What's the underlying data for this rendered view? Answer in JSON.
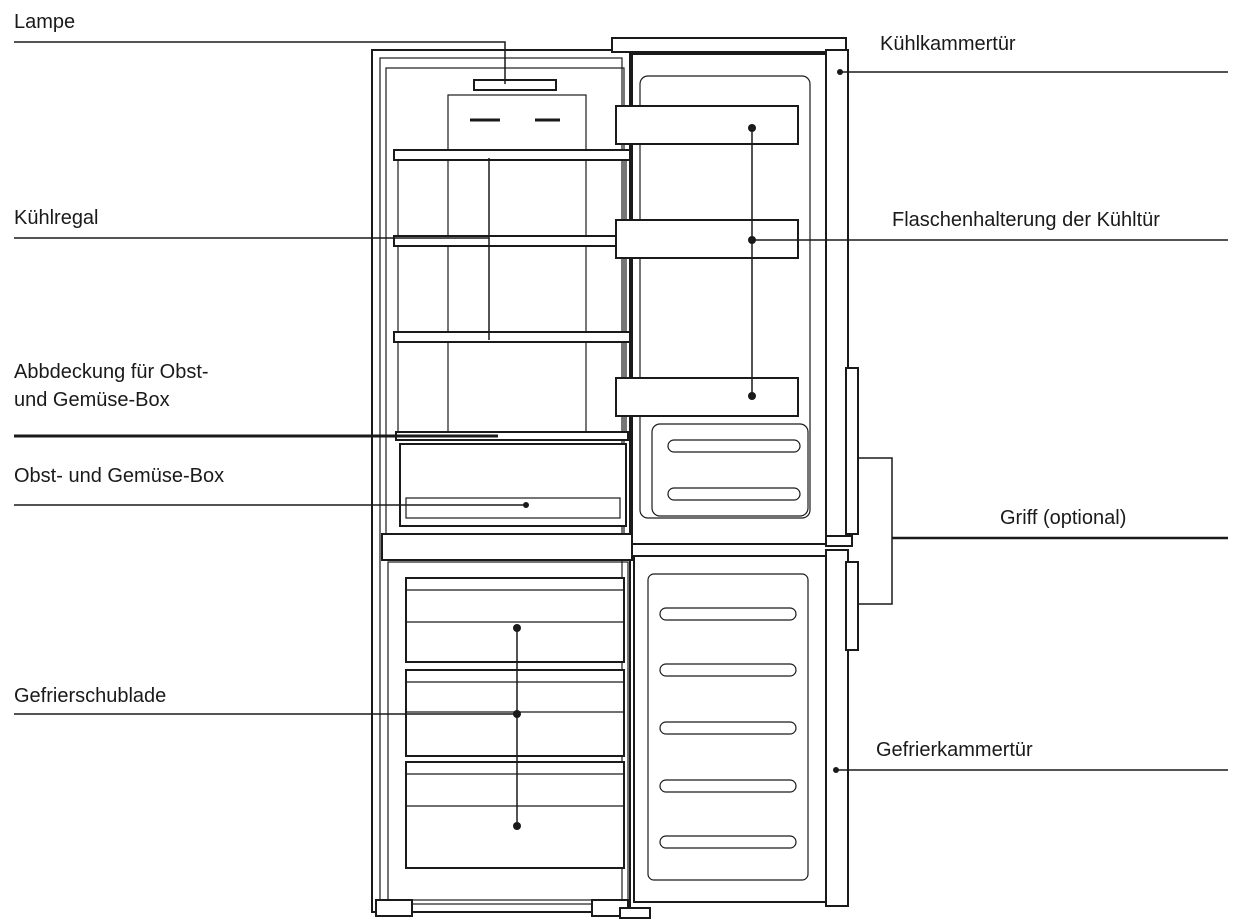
{
  "diagram": {
    "labels": {
      "lampe": "Lampe",
      "kuehlregal": "Kühlregal",
      "abdeckung_line1": "Abbdeckung für Obst-",
      "abdeckung_line2": "und Gemüse-Box",
      "obst_box": "Obst- und Gemüse-Box",
      "gefrierschublade": "Gefrierschublade",
      "kuehlkammertuer": "Kühlkammertür",
      "flaschenhalterung": "Flaschenhalterung der Kühltür",
      "griff": "Griff (optional)",
      "gefrierkammertuer": "Gefrierkammertür"
    }
  }
}
